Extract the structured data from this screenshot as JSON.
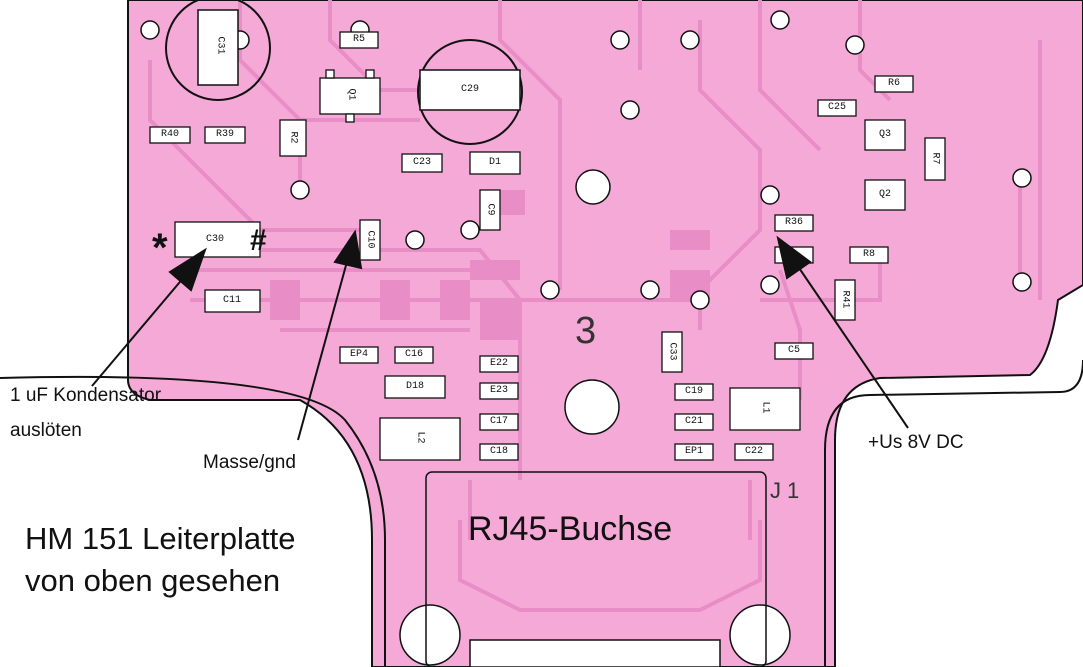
{
  "colors": {
    "board": "#f5a9d6",
    "trace": "#e98dc6",
    "outline": "#111111",
    "hole": "#ffffff"
  },
  "labels": {
    "kondensator_line1": "1 uF Kondensator",
    "kondensator_line2": "auslöten",
    "masse": "Masse/gnd",
    "us": "+Us 8V DC",
    "title_line1": "HM 151 Leiterplatte",
    "title_line2": "von oben gesehen",
    "rj45": "RJ45-Buchse",
    "star": "*",
    "hash": "#",
    "silk_3": "3",
    "silk_j1": "J1"
  },
  "components": [
    "C31",
    "R5",
    "Q1",
    "C29",
    "R40",
    "R39",
    "R2",
    "C23",
    "D1",
    "C9",
    "C30",
    "C10",
    "C11",
    "EP4",
    "C16",
    "E22",
    "E23",
    "C17",
    "C18",
    "D18",
    "L2",
    "C33",
    "C19",
    "C21",
    "EP1",
    "C22",
    "L1",
    "C5",
    "R6",
    "C25",
    "Q3",
    "R7",
    "Q2",
    "R36",
    "R8",
    "R41"
  ]
}
